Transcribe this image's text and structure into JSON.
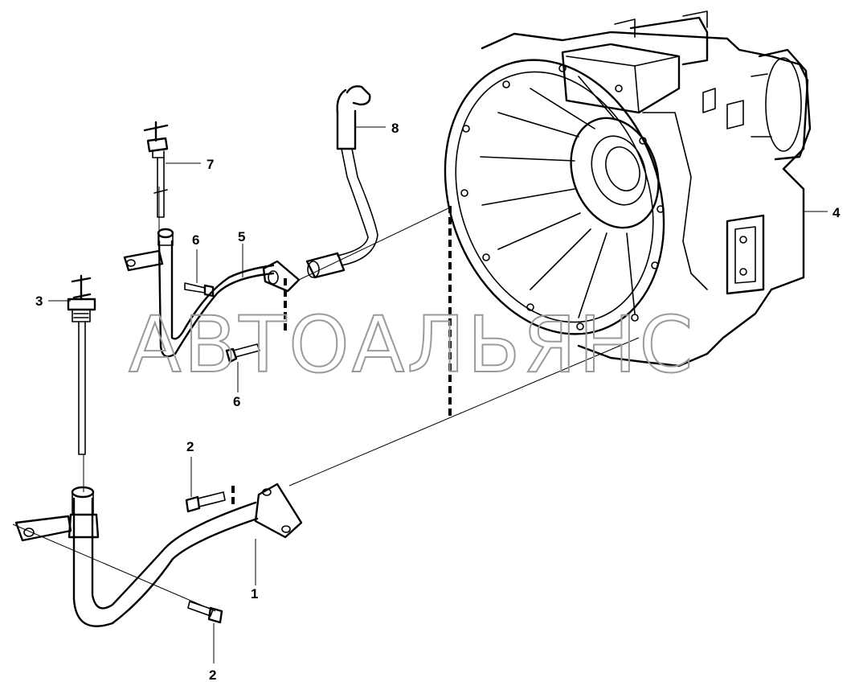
{
  "watermark": "АВТОАЛЬЯНС",
  "callouts": {
    "c1": "1",
    "c2_top": "2",
    "c2_bottom": "2",
    "c3": "3",
    "c4": "4",
    "c5": "5",
    "c6_top": "6",
    "c6_bottom": "6",
    "c7": "7",
    "c8": "8"
  }
}
